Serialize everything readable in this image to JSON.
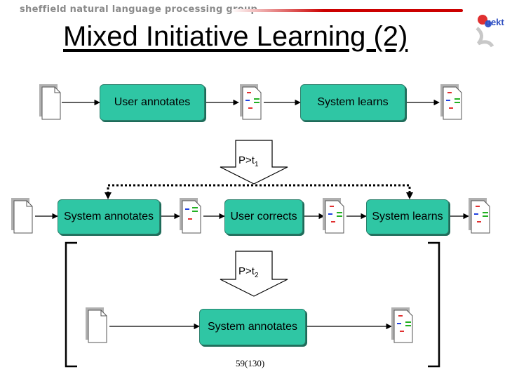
{
  "header": {
    "group": "sheffield natural language processing group"
  },
  "title": "Mixed Initiative Learning (2)",
  "logo": {
    "icon": "gate-logo-icon",
    "text": "gekt"
  },
  "row1": {
    "user_annotates": "User annotates",
    "system_learns": "System learns"
  },
  "cond1": {
    "text": "P>t",
    "sub": "1"
  },
  "row2": {
    "system_annotates": "System annotates",
    "user_corrects": "User corrects",
    "system_learns": "System learns"
  },
  "cond2": {
    "text": "P>t",
    "sub": "2"
  },
  "row3": {
    "system_annotates": "System annotates"
  },
  "footer": {
    "page": "59(130)"
  },
  "colors": {
    "node": "#2fc6a4",
    "mark_red": "#e03030",
    "mark_green": "#22b022",
    "mark_blue": "#2040e0"
  }
}
